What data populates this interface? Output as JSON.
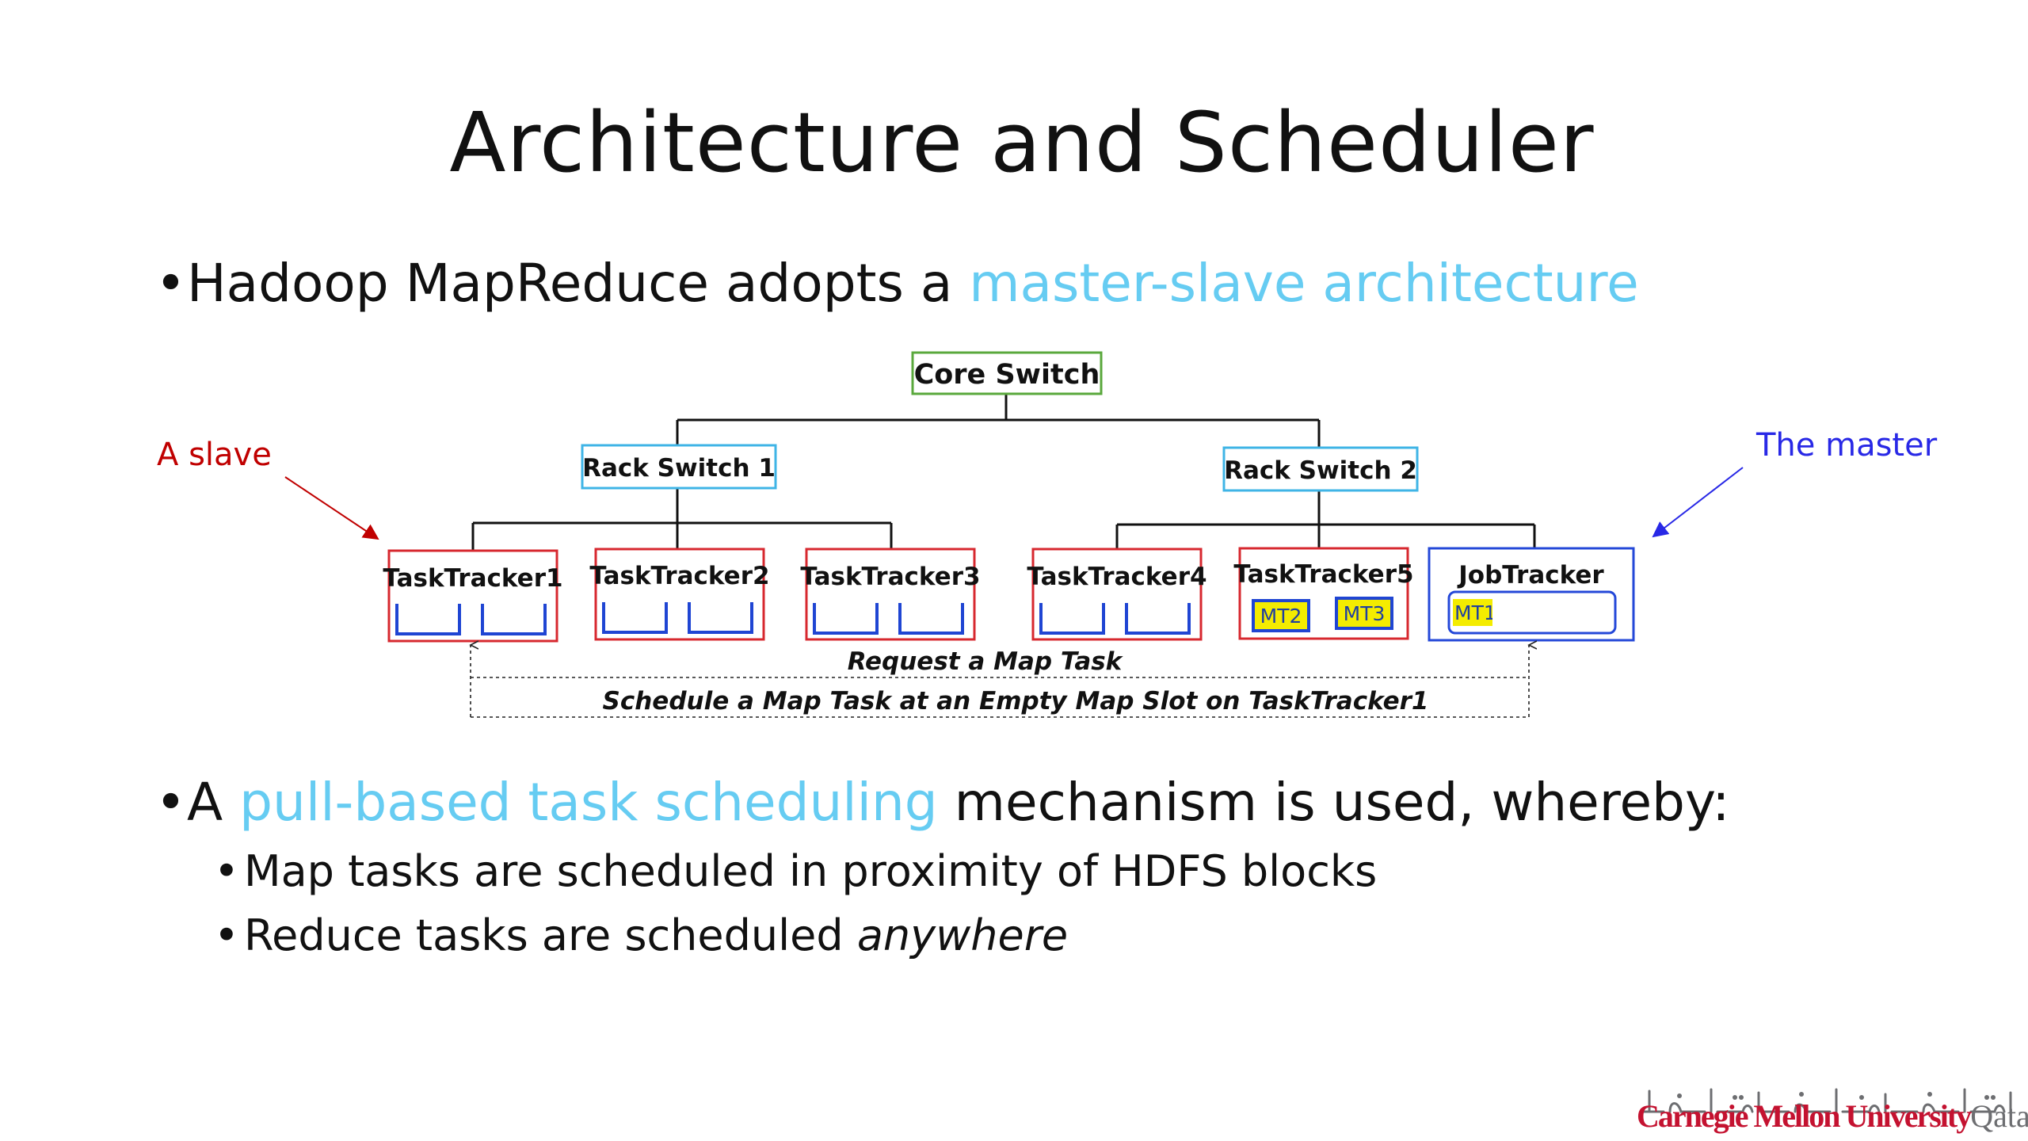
{
  "slide": {
    "title": "Architecture and Scheduler",
    "bullet1": {
      "text": "Hadoop MapReduce adopts a ",
      "highlight": "master-slave architecture"
    },
    "bullet2": {
      "prefix": "A ",
      "highlight": "pull-based task scheduling",
      "suffix": " mechanism is used, whereby:"
    },
    "sub_bullets": [
      {
        "text": "Map tasks are scheduled in proximity of HDFS blocks",
        "italic": ""
      },
      {
        "text": "Reduce tasks are scheduled ",
        "italic": "anywhere"
      }
    ]
  },
  "diagram": {
    "core_switch": "Core Switch",
    "rack_switches": [
      "Rack Switch 1",
      "Rack Switch 2"
    ],
    "task_trackers": [
      "TaskTracker1",
      "TaskTracker2",
      "TaskTracker3",
      "TaskTracker4",
      "TaskTracker5"
    ],
    "job_tracker": "JobTracker",
    "slot_labels": {
      "tt5_slot1": "MT2",
      "tt5_slot2": "MT3",
      "jt_slot": "MT1"
    },
    "slave_label": "A slave",
    "master_label": "The master",
    "request_label": "Request a Map Task",
    "schedule_label": "Schedule a Map Task at an Empty Map Slot on TaskTracker1",
    "colors": {
      "core_border": "#5aa83c",
      "rack_border": "#3fb4e6",
      "tracker_border": "#d7282f",
      "job_border": "#2448d8",
      "slot": "#1f45d3",
      "mt_fill": "#f4ec00",
      "slave_text": "#c00000",
      "master_text": "#2828e6"
    }
  },
  "logo": {
    "arabic": "جامعة كارنيجي ميلون في قطر",
    "name": "Carnegie Mellon University",
    "qatar": "Qatar"
  }
}
